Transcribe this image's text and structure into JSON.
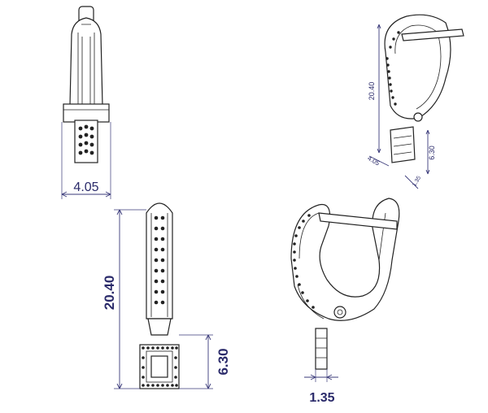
{
  "colors": {
    "line": "#222222",
    "dimension": "#3a3a7a",
    "background": "#ffffff"
  },
  "views": {
    "top_left": {
      "dimensions": {
        "width": "4.05"
      }
    },
    "bottom_left": {
      "dimensions": {
        "height": "20.40",
        "pendant_height": "6.30"
      }
    },
    "top_right": {
      "dimensions": {
        "height": "20.40",
        "width": "4.05",
        "pendant_height": "6.30",
        "pendant_width": "1.35"
      }
    },
    "bottom_right": {
      "dimensions": {
        "pendant_width": "1.35"
      }
    }
  }
}
